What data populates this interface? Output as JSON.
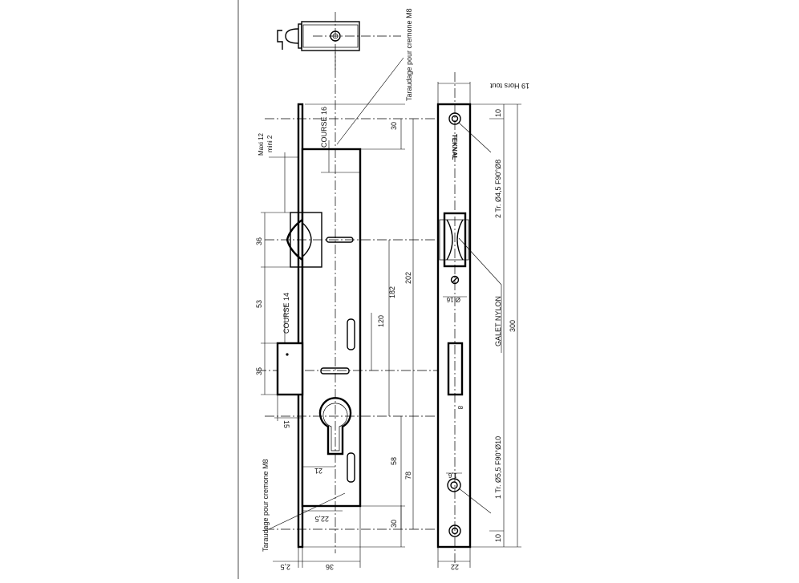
{
  "annotations": {
    "taraudage_top": "Taraudage pour cremone M8",
    "taraudage_bottom": "Taraudage pour cremone M8",
    "hors_tout": "19 Hors tout",
    "course_16": "COURSE 16",
    "course_14": "COURSE 14",
    "maxi": "Maxi 12",
    "mini": "mini 2",
    "tr_top": "2 Tr. Ø4,5 F90°Ø8",
    "tr_bottom": "1 Tr. Ø5,5 F90°Ø10",
    "galet": "GALET NYLON",
    "brand": "TEKNAL"
  },
  "dimensions": {
    "d36_latch": "36",
    "d53": "53",
    "d35": "35",
    "d15": "15",
    "d30_top": "30",
    "d182": "182",
    "d120": "120",
    "d202": "202",
    "d58": "58",
    "d78": "78",
    "d30_bottom": "30",
    "d21": "21",
    "d22_5": "22,5",
    "d2_5": "2,5",
    "d36_bottom": "36",
    "d10_top": "10",
    "d10_bottom": "10",
    "d300": "300",
    "d16": "Ø 16",
    "d8": "8",
    "d1_6": "1,6",
    "d22": "22"
  }
}
